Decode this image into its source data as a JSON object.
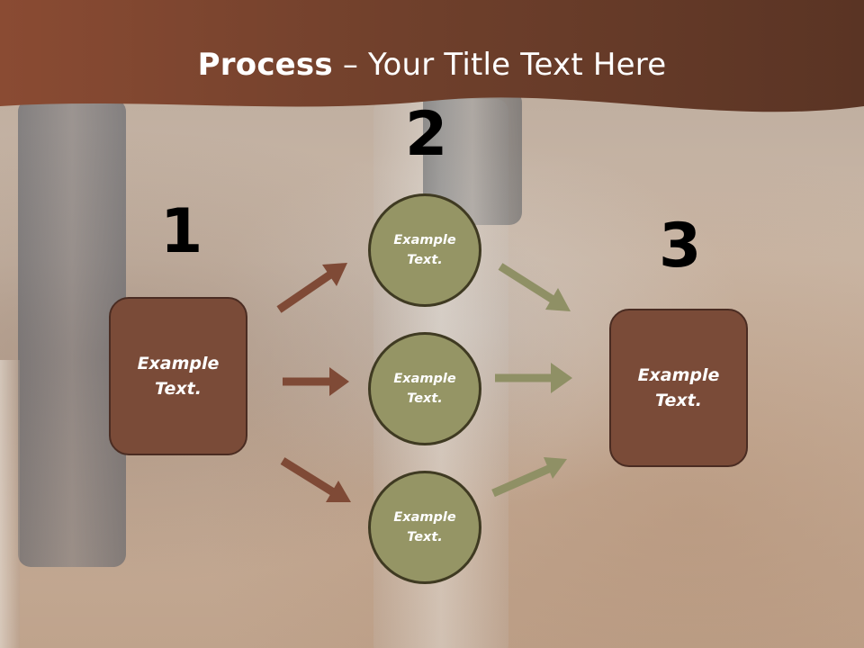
{
  "title": {
    "bold": "Process",
    "dash": "–",
    "rest": "Your Title Text Here"
  },
  "numbers": [
    "1",
    "2",
    "3"
  ],
  "left_box": {
    "text": "Example Text."
  },
  "circles": [
    {
      "text": "Example Text."
    },
    {
      "text": "Example Text."
    },
    {
      "text": "Example Text."
    }
  ],
  "right_box": {
    "text": "Example Text."
  },
  "colors": {
    "banner": "#6b3f2a",
    "box_fill": "#7a4b38",
    "circle_fill": "#959565",
    "arrow_left": "#7f4a36",
    "arrow_right": "#8f9065"
  }
}
